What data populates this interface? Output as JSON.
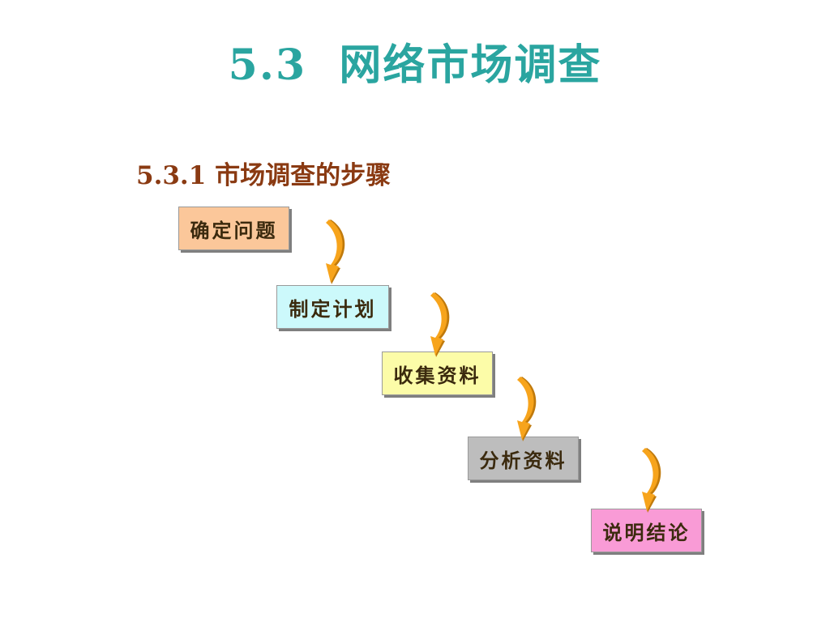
{
  "slide": {
    "title": "5.3  网络市场调查",
    "subtitle": "5.3.1 市场调查的步骤"
  },
  "steps": [
    {
      "label": "确定问题",
      "color": "#fbc79a"
    },
    {
      "label": "制定计划",
      "color": "#ccf9fb"
    },
    {
      "label": "收集资料",
      "color": "#fcfca8"
    },
    {
      "label": "分析资料",
      "color": "#bdbdbd"
    },
    {
      "label": "说明结论",
      "color": "#f99bd6"
    }
  ],
  "arrows": {
    "icon": "curved-down-arrow-icon",
    "color": "#f7a41c",
    "shadow_color": "#c07a0c"
  }
}
